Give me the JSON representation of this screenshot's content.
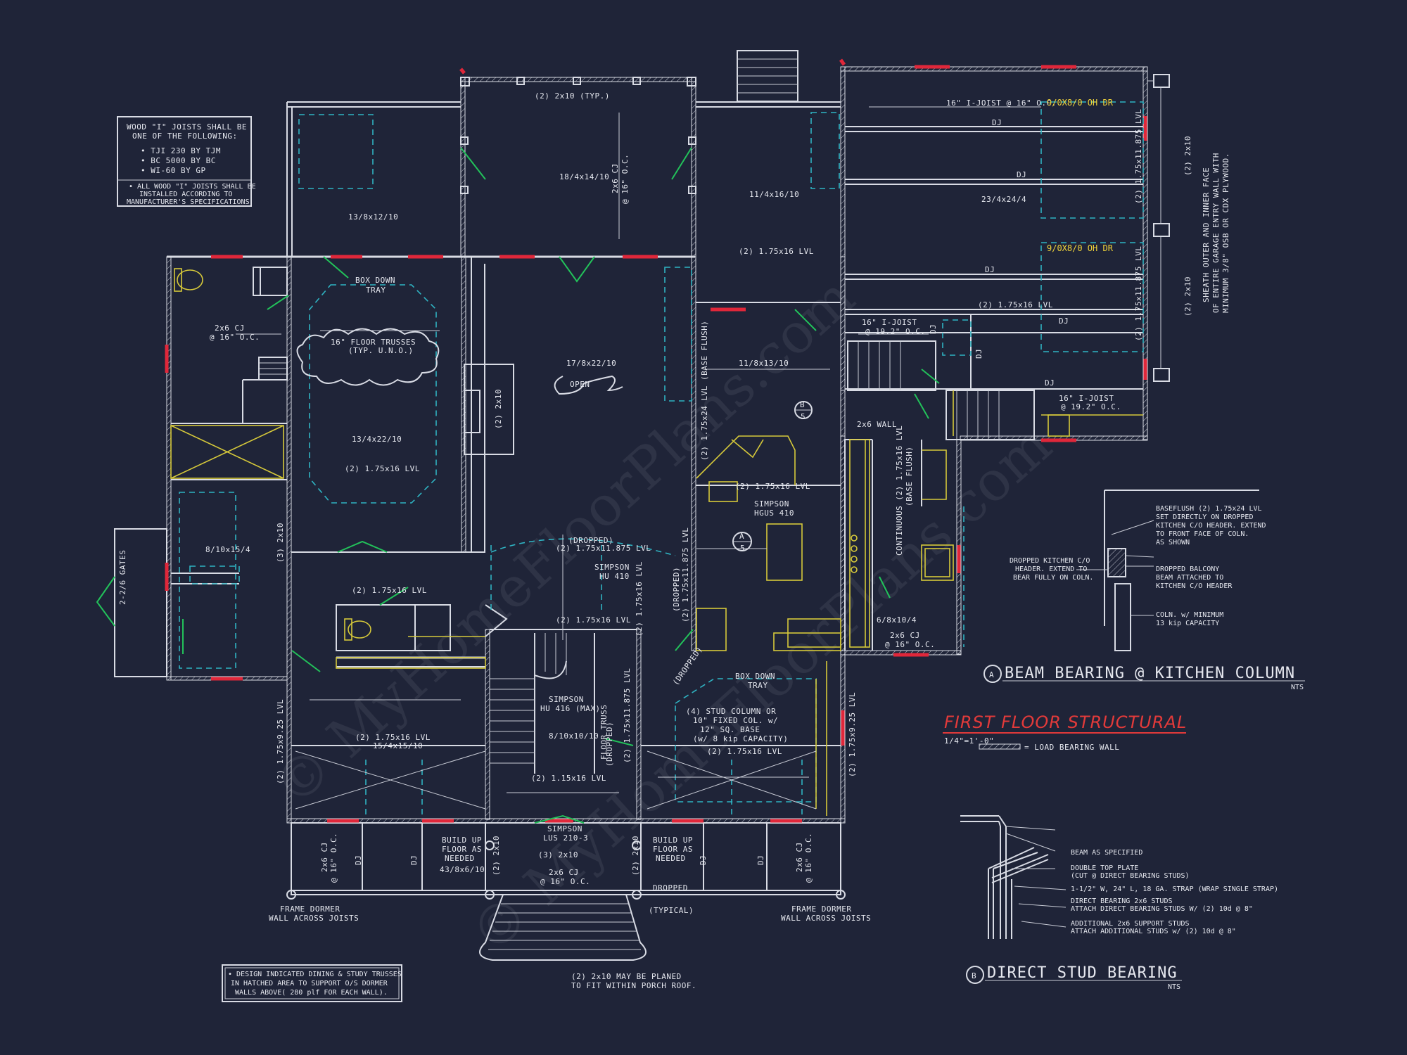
{
  "title": "FIRST FLOOR STRUCTURAL",
  "scale": "1/4\"=1'-0\"",
  "legend_load_bearing": "= LOAD BEARING WALL",
  "watermark": "© MyHomeFloorPlans.com",
  "colors": {
    "background": "#1f2438",
    "line": "#d8dbe4",
    "title": "#e23a3a",
    "beam_dashed": "#2fb3c2",
    "fixtures": "#d6c93a",
    "doors": "#22c25a",
    "bearing": "#e0273a"
  },
  "joist_note": {
    "line1": "WOOD \"I\" JOISTS SHALL BE",
    "line2": "ONE OF THE FOLLOWING:",
    "opt1": "• TJI 230 BY TJM",
    "opt2": "• BC 5000 BY BC",
    "opt3": "• WI-60 BY GP",
    "foot1": "• ALL WOOD \"I\" JOISTS SHALL BE",
    "foot2": "INSTALLED ACCORDING TO",
    "foot3": "MANUFACTURER'S SPECIFICATIONS"
  },
  "design_note": {
    "line1": "• DESIGN INDICATED DINING & STUDY TRUSSES",
    "line2": "IN HATCHED AREA TO SUPPORT O/S DORMER",
    "line3": "WALLS ABOVE( 280 plf FOR EACH WALL)."
  },
  "labels": {
    "top_header": "(2) 2x10 (TYP.)",
    "cj_porch": "2x6 CJ",
    "oc16": "@ 16\" O.C.",
    "rm_rear": "18/4x14/10",
    "rm_left": "13/8x12/10",
    "rm_right": "11/4x16/10",
    "lvl_rear_right": "(2) 1.75x16 LVL",
    "box_down_tray": "BOX DOWN",
    "tray": "TRAY",
    "floor_trusses": "16\" FLOOR TRUSSES",
    "typ_uno": "(TYP. U.N.O.)",
    "cj_bath": "2x6 CJ",
    "cj_bath_oc": "@ 16\" O.C.",
    "rm_dining": "13/4x22/10",
    "lvl_dining": "(2) 1.75x16 LVL",
    "hdr_2x10": "(2) 2x10",
    "rm_great": "17/8x22/10",
    "open": "OPEN",
    "rm_kitchen_top": "11/8x13/10",
    "lvl_base_flush": "(2) 1.75x24 LVL (BASE FLUSH)",
    "lvl_kitchen": "(2) 1.75x16 LVL",
    "simpson_hgus": "SIMPSON",
    "hgus": "HGUS 410",
    "dropped": "(DROPPED)",
    "lvl_dropped": "(2) 1.75x11.875 LVL",
    "simpson_hu410": "SIMPSON",
    "hu410": "HU 410",
    "rm_study": "8/10x15/4",
    "gates": "2-2/6 GATES",
    "hdr_3_2x10": "(3) 2x10",
    "lvl_powder": "(2) 1.75x16 LVL",
    "lvl_stair": "(2) 1.75x16 LVL",
    "simpson_hu416": "SIMPSON",
    "hu416": "HU 416 (MAX)",
    "rm_stair": "8/10x10/10",
    "floor_truss": "FLOOR TRUSS",
    "lvl_front_left": "(2) 1.75x16 LVL",
    "rm_front_left": "15/4x15/10",
    "lvl_front_mid": "(2) 1.15x16 LVL",
    "lvl_front_right": "(2) 1.75x16 LVL",
    "box_down_tray2": "BOX DOWN",
    "tray2": "TRAY",
    "stud_col": "(4) STUD COLUMN OR",
    "stud_col2": "10\" FIXED COL. w/",
    "stud_col3": "12\" SQ. BASE",
    "stud_col4": "(w/ 8 kip CAPACITY)",
    "lvl_side_left": "(2) 1.75x9.25 LVL",
    "lvl_side_right": "(2) 1.75x9.25 LVL",
    "simpson_lus": "SIMPSON",
    "lus": "LUS 210-3",
    "build_up": "BUILD UP",
    "floor_as": "FLOOR AS",
    "needed": "NEEDED",
    "rm_porch": "43/8x6/10",
    "hdr_porch": "(3) 2x10",
    "cj_porch_front": "2x6 CJ",
    "cj_porch_front_oc": "@ 16\" O.C.",
    "dropped_typ": "DROPPED",
    "typical": "(TYPICAL)",
    "frame_dormer": "FRAME DORMER",
    "wall_across": "WALL ACROSS JOISTS",
    "planed": "(2) 2x10 MAY BE PLANED",
    "planed2": "TO FIT WITHIN PORCH ROOF.",
    "ijoist_garage": "16\" I-JOIST @ 16\" O.C.",
    "oh_dr1": "9/0X8/0 OH DR",
    "oh_dr2": "9/0X8/0 OH DR",
    "dj": "DJ",
    "rm_garage": "23/4x24/4",
    "lvl_garage": "(2) 1.75x16 LVL",
    "ijoist_192": "16\" I-JOIST",
    "oc_192": "@ 19.2\" O.C.",
    "lvl_garage_hdr1": "(2) 1.75x11.875 LVL",
    "lvl_garage_hdr2": "(2) 1.75x11.875 LVL",
    "hdr_2x10_garage": "(2) 2x10",
    "sheath": "SHEATH OUTER AND INNER FACE",
    "sheath2": "OF ENTIRE GARAGE ENTRY WALL WITH",
    "sheath3": "MINIMUM 3/8\" OSB OR CDX PLYWOOD.",
    "wall_2x6": "2x6 WALL",
    "continuous_lvl": "CONTINUOUS (2) 1.75x16 LVL",
    "base_flush": "(BASE FLUSH)",
    "rm_laundry": "6/8x10/4",
    "cj_laundry": "2x6 CJ",
    "cj_laundry_oc": "@ 16\" O.C.",
    "a": "A",
    "b": "B",
    "five": "5"
  },
  "detail_a": {
    "title": "BEAM BEARING @ KITCHEN COLUMN",
    "nts": "NTS",
    "tag": "A",
    "n1": "BASEFLUSH (2) 1.75x24 LVL",
    "n2": "SET DIRECTLY ON DROPPED",
    "n3": "KITCHEN C/O HEADER. EXTEND",
    "n4": "TO FRONT FACE OF COLN.",
    "n5": "AS SHOWN",
    "n6": "DROPPED KITCHEN C/O",
    "n7": "HEADER. EXTEND TO",
    "n8": "BEAR FULLY ON COLN.",
    "n9": "DROPPED BALCONY",
    "n10": "BEAM ATTACHED TO",
    "n11": "KITCHEN C/O HEADER",
    "n12": "COLN. w/ MINIMUM",
    "n13": "13 kip CAPACITY"
  },
  "detail_b": {
    "title": "DIRECT STUD BEARING",
    "nts": "NTS",
    "tag": "B",
    "n1": "BEAM AS SPECIFIED",
    "n2": "DOUBLE TOP PLATE",
    "n3": "(CUT @ DIRECT BEARING STUDS)",
    "n4": "1-1/2\" W, 24\" L, 18 GA. STRAP (WRAP SINGLE STRAP)",
    "n5": "DIRECT BEARING 2x6 STUDS",
    "n6": "ATTACH DIRECT BEARING STUDS W/ (2) 10d @ 8\"",
    "n7": "ADDITIONAL 2x6 SUPPORT STUDS",
    "n8": "ATTACH ADDITIONAL STUDS w/ (2) 10d @ 8\""
  }
}
